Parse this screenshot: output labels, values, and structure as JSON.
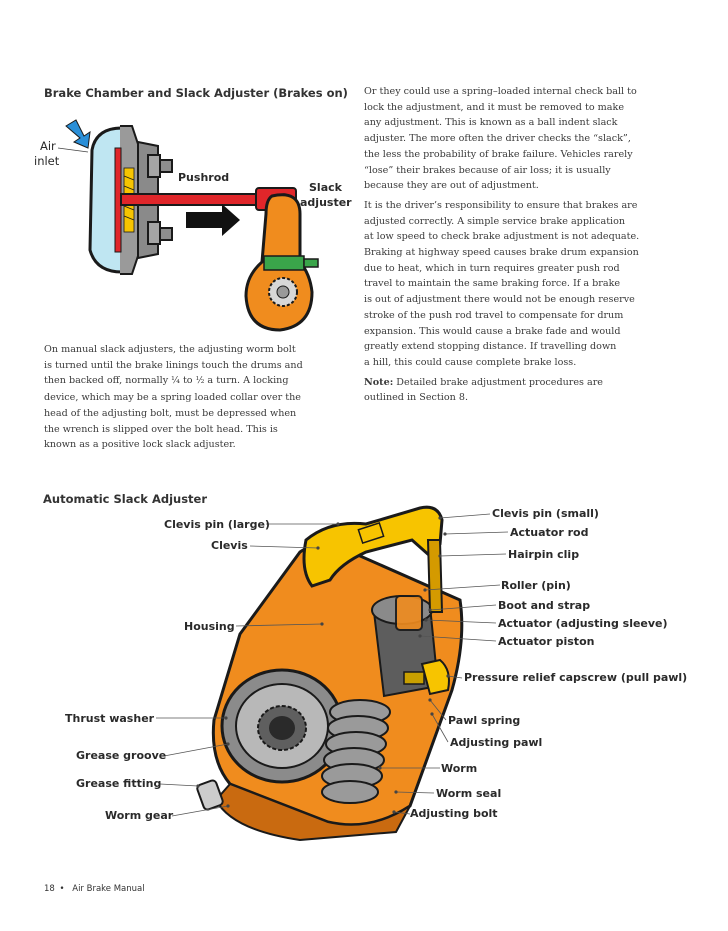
{
  "top_figure": {
    "caption": "Brake Chamber and Slack Adjuster (Brakes on)",
    "labels": {
      "air_inlet_1": "Air",
      "air_inlet_2": "inlet",
      "pushrod": "Pushrod",
      "slack_1": "Slack",
      "slack_2": "adjuster"
    }
  },
  "left_para": {
    "l1": "On manual slack adjusters, the adjusting worm bolt",
    "l2a": "is turned until the brake linings touch the drums and",
    "l3a": "then backed off, normally ",
    "frac1": "¼",
    "l3b": " to ",
    "frac2": "½",
    "l3c": " a turn. A locking",
    "l4": "device, which may be a spring loaded collar over the",
    "l5": "head of the adjusting bolt, must be depressed when",
    "l6": "the wrench is slipped over the bolt head. This is",
    "l7": "known as a positive lock slack adjuster."
  },
  "right_col": {
    "p1": [
      "Or they could use a spring–loaded internal check ball to",
      "lock the adjustment, and it must be removed to make",
      "any adjustment. This is known as a ball indent slack",
      "adjuster. The more often the driver checks the “slack”,",
      "the less the probability of brake failure. Vehicles rarely",
      "“lose” their brakes because of air loss; it is usually",
      "because they are out of adjustment."
    ],
    "p2": [
      "It is the driver’s responsibility to ensure that brakes are",
      "adjusted correctly. A simple service brake application",
      "at low speed to check brake adjustment is not adequate.",
      "Braking at highway speed causes brake drum expansion",
      "due to heat, which in turn requires greater push rod",
      "travel to maintain the same braking force. If a brake",
      "is out of adjustment there would not be enough reserve",
      "stroke of the push rod travel to compensate for drum",
      "expansion. This would cause a brake fade and would",
      "greatly extend stopping distance. If travelling down",
      "a hill, this could cause complete brake loss."
    ],
    "note_label": "Note:",
    "note_1": " Detailed brake adjustment procedures are",
    "note_2": "outlined in Section 8."
  },
  "bottom_figure": {
    "caption": "Automatic Slack Adjuster",
    "labels": {
      "clevis_pin_small": "Clevis pin (small)",
      "clevis_pin_large": "Clevis pin (large)",
      "actuator_rod": "Actuator rod",
      "clevis": "Clevis",
      "hairpin_clip": "Hairpin clip",
      "roller_pin": "Roller (pin)",
      "boot_strap": "Boot and strap",
      "housing": "Housing",
      "actuator_sleeve": "Actuator (adjusting sleeve)",
      "actuator_piston": "Actuator piston",
      "pressure_relief": "Pressure relief capscrew (pull pawl)",
      "thrust_washer": "Thrust washer",
      "pawl_spring": "Pawl spring",
      "adjusting_pawl": "Adjusting pawl",
      "grease_groove": "Grease groove",
      "worm": "Worm",
      "grease_fitting": "Grease fitting",
      "worm_seal": "Worm seal",
      "worm_gear": "Worm gear",
      "adjusting_bolt": "Adjusting bolt"
    }
  },
  "footer": {
    "page_number": "18",
    "bullet": "•",
    "title": "Air Brake Manual"
  },
  "colors": {
    "orange": "#f08c1e",
    "yellow": "#f7c400",
    "red": "#e0262a",
    "blue": "#bfe6f2",
    "arrow_blue": "#2a8fd8",
    "green": "#3aa54a"
  }
}
